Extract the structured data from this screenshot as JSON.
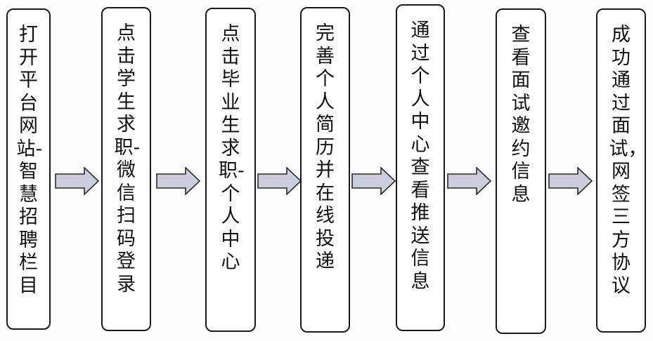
{
  "steps": [
    {
      "label": "打开平台网站-智慧招聘栏目"
    },
    {
      "label": "点击学生求职-微信扫码登录"
    },
    {
      "label": "点击毕业生求职-个人中心"
    },
    {
      "label": "完善个人简历并在线投递"
    },
    {
      "label": "通过个人中心查看推送信息"
    },
    {
      "label": "查看面试邀约信息"
    },
    {
      "label": "成功通过面试，网签三方协议"
    }
  ],
  "arrow_style": {
    "fill": "#c9ceda",
    "stroke": "#2b2b2b",
    "icon": "right-arrow-icon"
  }
}
